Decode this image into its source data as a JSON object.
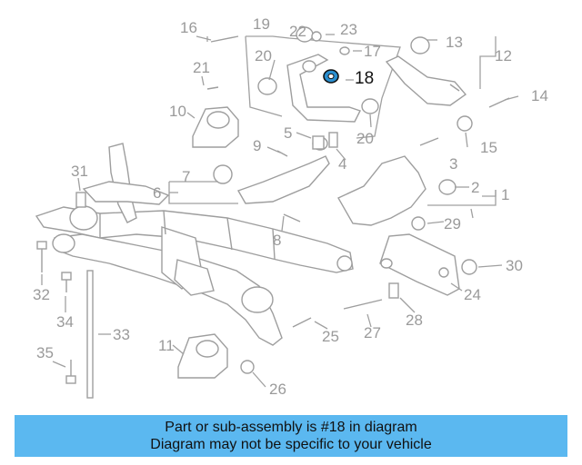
{
  "callouts": {
    "n1": "1",
    "n2": "2",
    "n3": "3",
    "n4": "4",
    "n5": "5",
    "n6": "6",
    "n7": "7",
    "n8": "8",
    "n9": "9",
    "n10": "10",
    "n11": "11",
    "n12": "12",
    "n13": "13",
    "n14": "14",
    "n15": "15",
    "n16": "16",
    "n17": "17",
    "n18": "18",
    "n19": "19",
    "n20a": "20",
    "n20b": "20",
    "n21": "21",
    "n22": "22",
    "n23": "23",
    "n24": "24",
    "n25": "25",
    "n26": "26",
    "n27": "27",
    "n28": "28",
    "n29": "29",
    "n30": "30",
    "n31": "31",
    "n32": "32",
    "n33": "33",
    "n34": "34",
    "n35": "35"
  },
  "highlight_part": "18",
  "banner": {
    "line1": "Part or sub-assembly is #18 in diagram",
    "line2": "Diagram may not be specific to your vehicle"
  },
  "colors": {
    "banner_bg": "#5bb8f0",
    "part_stroke": "#9e9e9e",
    "highlight_part_fill": "#2a8fd0"
  }
}
